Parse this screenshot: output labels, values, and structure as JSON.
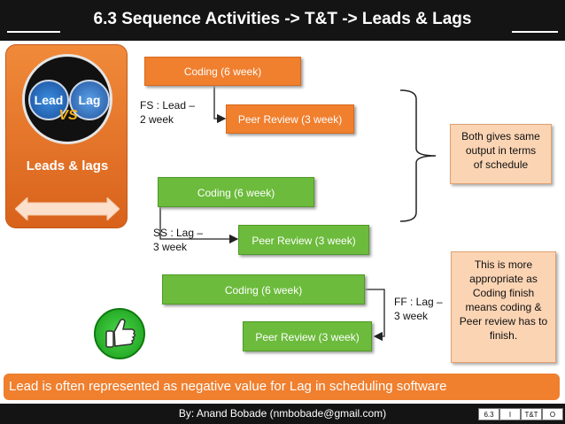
{
  "header": {
    "title": "6.3 Sequence Activities -> T&T -> Leads & Lags"
  },
  "left_panel": {
    "logo_lead": "Lead",
    "logo_vs": "VS",
    "logo_lag": "Lag",
    "label": "Leads & lags"
  },
  "diagram1": {
    "coding": "Coding (6 week)",
    "relation_line1": "FS : Lead –",
    "relation_line2": "2 week",
    "peer": "Peer Review (3 week)"
  },
  "diagram2": {
    "coding": "Coding (6 week)",
    "relation_line1": "SS : Lag –",
    "relation_line2": "3 week",
    "peer": "Peer Review (3 week)"
  },
  "diagram3": {
    "coding": "Coding (6 week)",
    "relation_line1": "FF : Lag –",
    "relation_line2": "3 week",
    "peer": "Peer Review (3 week)"
  },
  "notes": {
    "same_output": [
      "Both gives same",
      "output in terms",
      "of schedule"
    ],
    "appropriate": [
      "This is more",
      "appropriate as",
      "Coding finish",
      "means coding &",
      "Peer review has to",
      "finish."
    ]
  },
  "banner": "Lead is often represented as negative value for Lag in scheduling software",
  "footer": {
    "credit": "By: Anand Bobade (nmbobade@gmail.com)",
    "nav": [
      "6.3",
      "I",
      "T&T",
      "O"
    ]
  },
  "colors": {
    "orange": "#f07f2e",
    "green": "#6cbb3c",
    "note_fill": "#fbd4b4",
    "header_bg": "#141414"
  }
}
